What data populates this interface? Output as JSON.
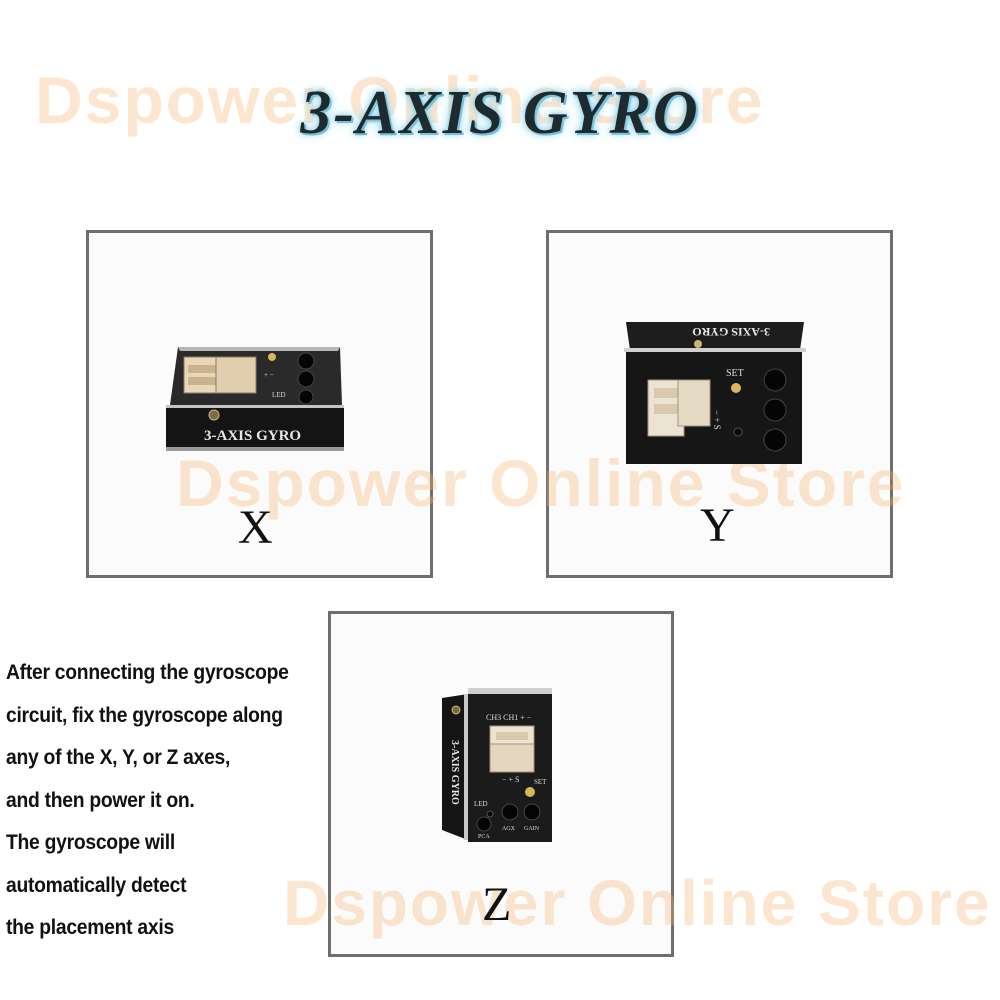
{
  "title": "3-AXIS GYRO",
  "watermark": "Dspower Online Store",
  "panels": {
    "x": {
      "axis_label": "X",
      "device_label": "3-AXIS  GYRO"
    },
    "y": {
      "axis_label": "Y",
      "device_label": "3-AXIS  GYRO"
    },
    "z": {
      "axis_label": "Z",
      "device_label": "3-AXIS  GYRO"
    }
  },
  "board_labels": {
    "ch": "CH3 CH1 +  −",
    "ch1": "CH1",
    "ch3": "CH3",
    "pins": "− + S",
    "set": "SET",
    "led": "LED",
    "gain": "GAIN",
    "agx": "AGX",
    "pca": "PCA"
  },
  "description": [
    "After connecting the gyroscope",
    "circuit, fix the gyroscope along",
    "any of the X, Y, or Z axes,",
    "and then power it on.",
    "The gyroscope will",
    "automatically detect",
    "the placement axis"
  ],
  "colors": {
    "title_glow": "#7ec9e6",
    "watermark": "#f5b46e",
    "panel_border": "#6e6e6e",
    "device_body": "#1b1b1b"
  }
}
